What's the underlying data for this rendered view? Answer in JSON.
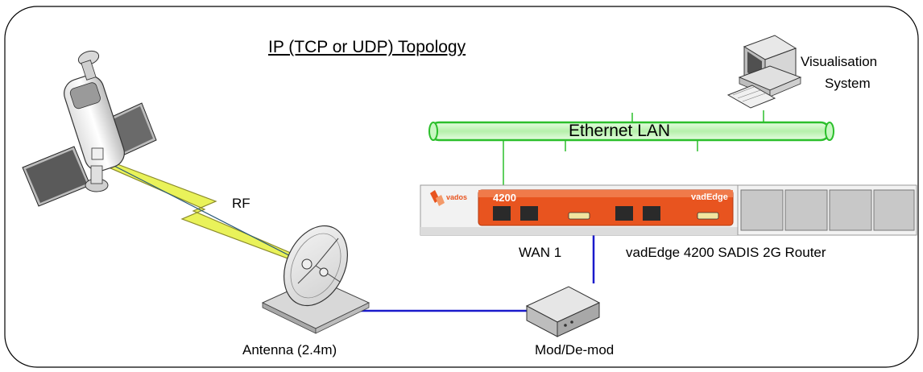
{
  "title": "IP (TCP or UDP) Topology",
  "ethernet_label": "Ethernet LAN",
  "visualisation": {
    "line1": "Visualisation",
    "line2": "System"
  },
  "rf_label": "RF",
  "wan_label": "WAN 1",
  "router_label": "vadEdge 4200 SADIS 2G Router",
  "antenna_label": "Antenna (2.4m)",
  "modem_label": "Mod/De-mod",
  "router_face": {
    "model": "4200",
    "brand": "vados",
    "edge": "vadEdge"
  },
  "colors": {
    "lan_fill": "#c8f7c2",
    "lan_stroke": "#22bb22",
    "link": "#1a1acc",
    "router_orange": "#e8541f",
    "rf_bolt": "#e9f25a"
  },
  "icons": [
    "satellite-icon",
    "dish-antenna-icon",
    "modem-icon",
    "computer-icon",
    "router-icon"
  ]
}
